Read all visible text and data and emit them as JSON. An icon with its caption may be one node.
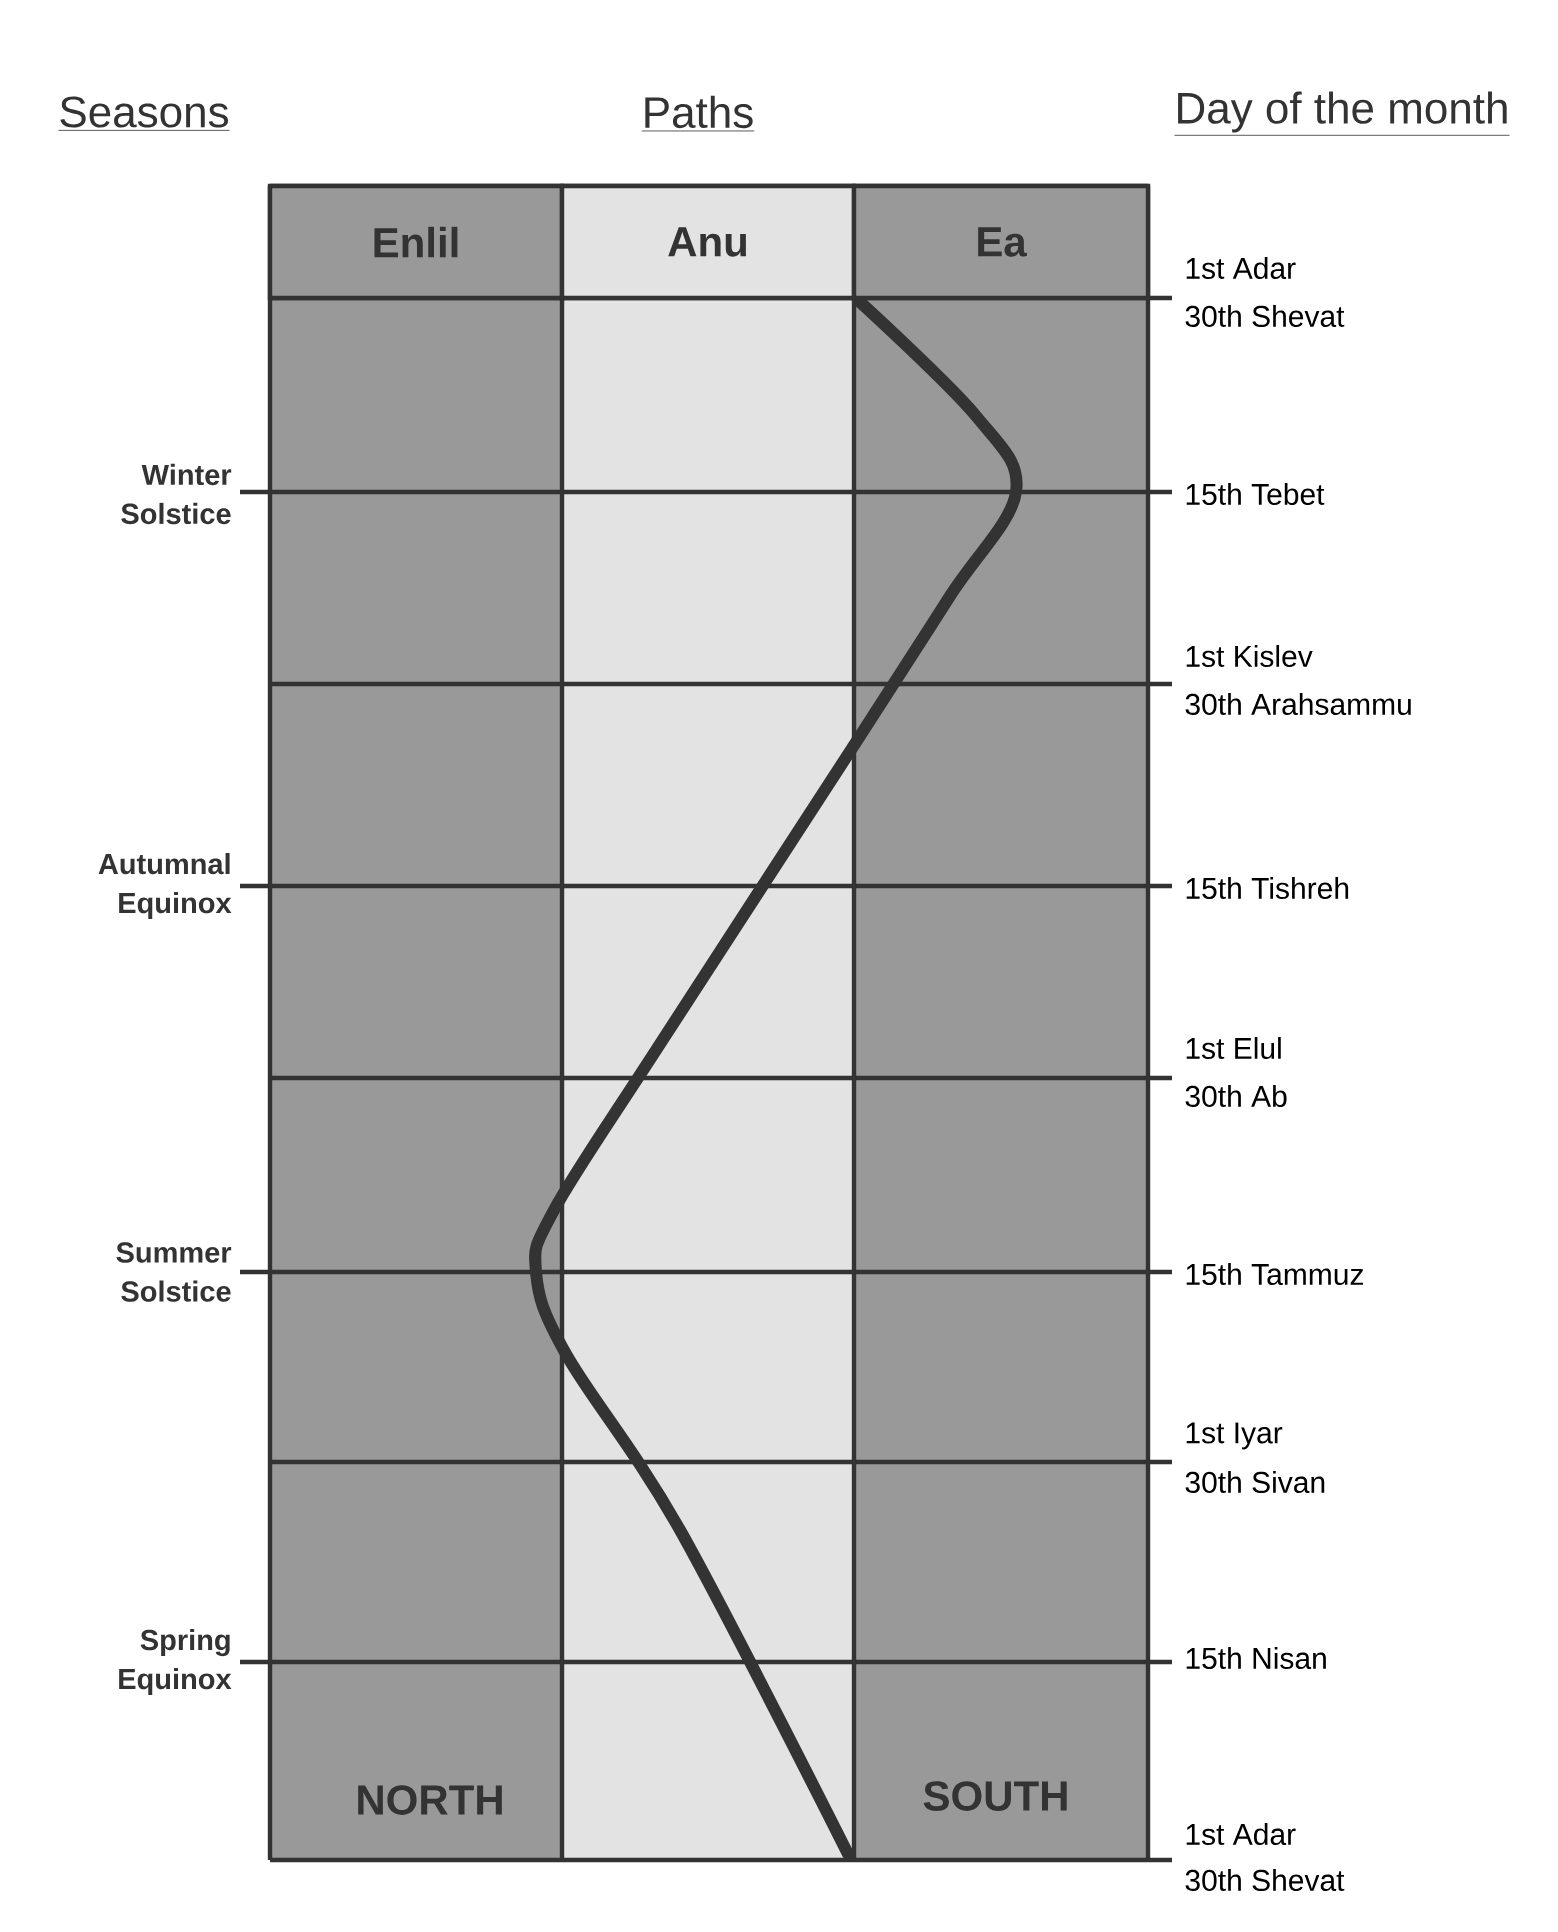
{
  "diagram": {
    "nodes": [
      {
        "text": [
          "Enlil"
        ]
      },
      {
        "text": [
          "Anu"
        ]
      },
      {
        "text": [
          "Ea"
        ]
      }
    ],
    "edges": [],
    "labels": [
      "Seasons",
      "Paths",
      "Day of the month",
      "1st Adar",
      "30th Shevat",
      "Winter Solstice",
      "15th Tebet",
      "1st Kislev",
      "30th Arahsammu",
      "Autumnal Equinox",
      "15th Tishreh",
      "1st Elul",
      "30th Ab",
      "Summer Solstice",
      "15th Tammuz",
      "1st Iyar",
      "30th Sivan",
      "Spring Equinox",
      "15th Nisan",
      "NORTH",
      "SOUTH",
      "1st Adar",
      "30th Shevat"
    ]
  }
}
